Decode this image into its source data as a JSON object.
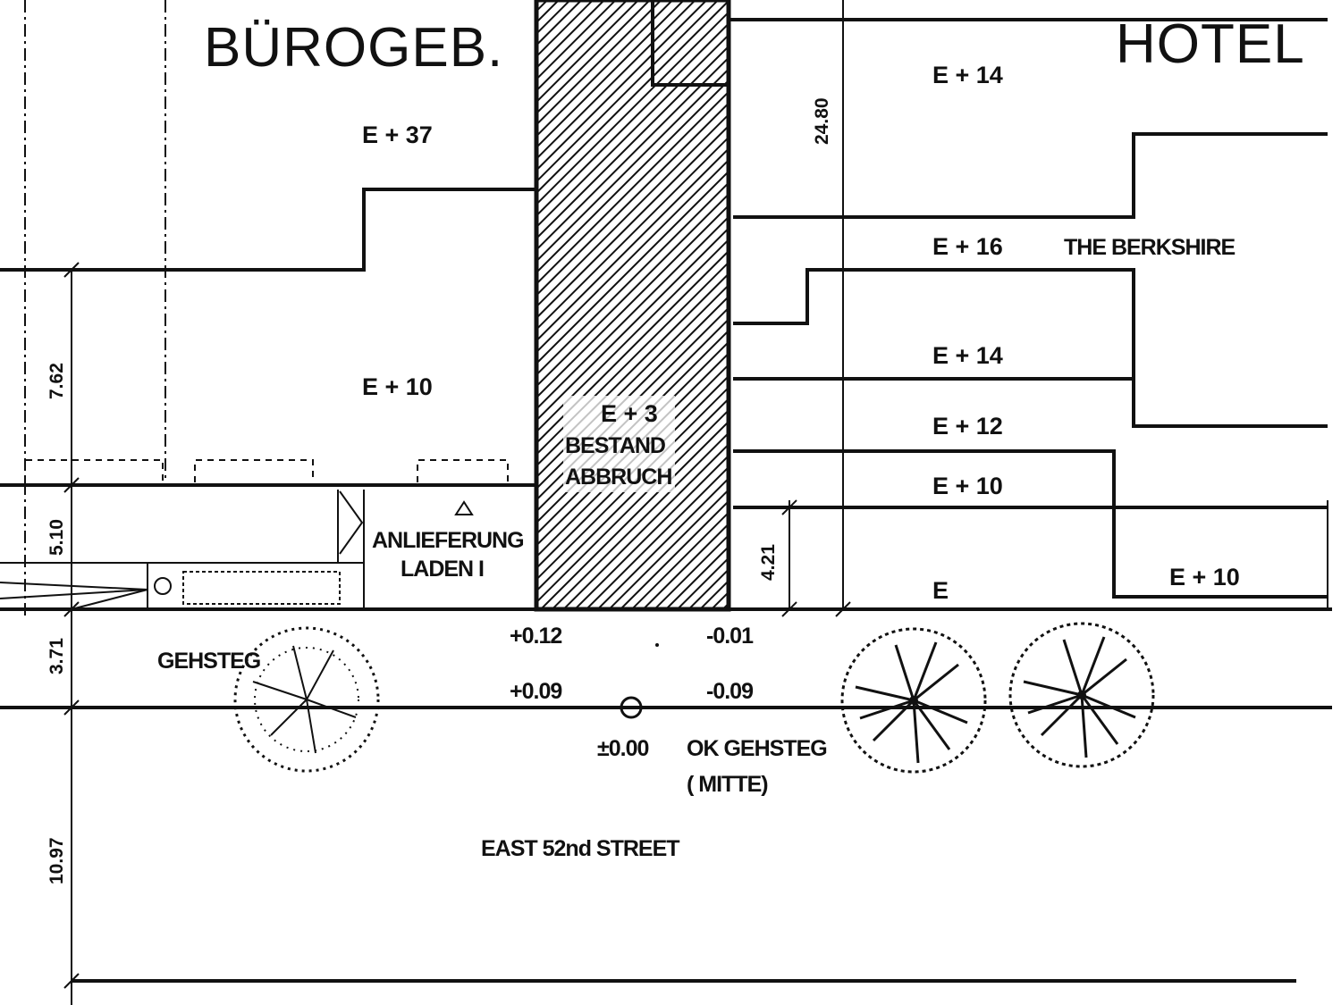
{
  "buildings": {
    "office_title": "BÜROGEB.",
    "hotel_title": "HOTEL",
    "berkshire": "THE BERKSHIRE"
  },
  "levels": {
    "office_upper": "E + 37",
    "office_lower": "E + 10",
    "hotel_top": "E + 14",
    "hotel_16": "E + 16",
    "hotel_14": "E + 14",
    "hotel_12": "E + 12",
    "hotel_10": "E + 10",
    "hotel_ground": "E",
    "hotel_right_10": "E + 10"
  },
  "existing": {
    "level": "E + 3",
    "line1": "BESTAND",
    "line2": "ABBRUCH"
  },
  "delivery": {
    "line1": "ANLIEFERUNG",
    "line2": "LADEN I"
  },
  "sidewalk": "GEHSTEG",
  "elevations": {
    "p012": "+0.12",
    "m001": "-0.01",
    "p009": "+0.09",
    "m009": "-0.09",
    "zero": "±0.00",
    "ok_line1": "OK GEHSTEG",
    "ok_line2": "( MITTE)"
  },
  "street": "EAST  52nd  STREET",
  "dimensions": {
    "d762": "7.62",
    "d510": "5.10",
    "d371": "3.71",
    "d1097": "10.97",
    "d2480": "24.80",
    "d421": "4.21"
  }
}
